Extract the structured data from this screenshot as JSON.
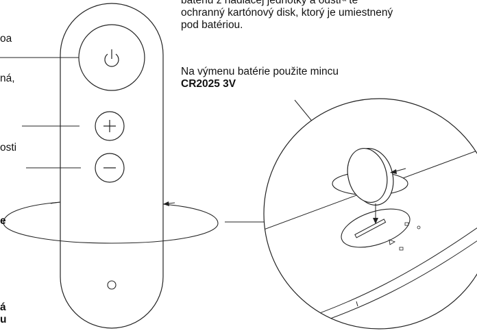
{
  "top_text": {
    "line1": "batériu z ňadiacej jednotky a odstrᵃ te",
    "line2": "ochranný kartónový disk, ktorý je umiestnený",
    "line3": "pod batériou."
  },
  "coin_text": {
    "line1": "Na výmenu batérie použite mincu",
    "line2": "CR2025 3V"
  },
  "left_fragments": {
    "f1": "oa",
    "f2": "ná,",
    "f3": "osti",
    "f4": "e",
    "f5": "á",
    "f6": "u"
  },
  "icons": [
    "power-icon",
    "plus-icon",
    "minus-icon"
  ],
  "colors": {
    "line": "#222222",
    "text": "#111111",
    "background": "#ffffff"
  }
}
